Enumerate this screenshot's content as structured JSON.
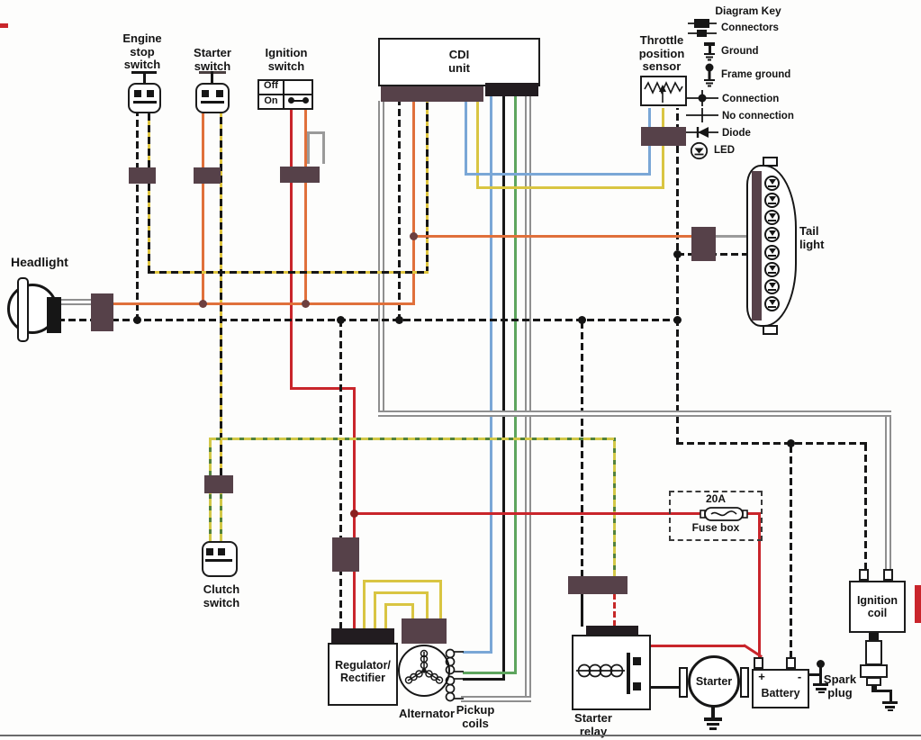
{
  "components": {
    "headlight": {
      "label": "Headlight"
    },
    "engine_stop_switch": {
      "label": "Engine\nstop\nswitch"
    },
    "starter_switch": {
      "label": "Starter\nswitch"
    },
    "ignition_switch": {
      "label": "Ignition\nswitch",
      "rows": [
        "Off",
        "On"
      ]
    },
    "cdi_unit": {
      "label": "CDI\nunit"
    },
    "throttle_position_sensor": {
      "label": "Throttle\nposition\nsensor"
    },
    "tail_light": {
      "label": "Tail\nlight"
    },
    "clutch_switch": {
      "label": "Clutch\nswitch"
    },
    "fuse_box": {
      "rating": "20A",
      "label": "Fuse box"
    },
    "regulator_rectifier": {
      "label": "Regulator/\nRectifier"
    },
    "alternator": {
      "label": "Alternator"
    },
    "pickup_coils": {
      "label": "Pickup\ncoils"
    },
    "starter_relay": {
      "label": "Starter\nrelay"
    },
    "starter": {
      "label": "Starter"
    },
    "battery": {
      "label": "Battery",
      "positive": "+",
      "negative": "-"
    },
    "ignition_coil": {
      "label": "Ignition\ncoil"
    },
    "spark_plug": {
      "label": "Spark\nplug"
    }
  },
  "diagram_key": {
    "title": "Diagram Key",
    "items": [
      {
        "icon": "connectors-icon",
        "label": "Connectors"
      },
      {
        "icon": "ground-icon",
        "label": "Ground"
      },
      {
        "icon": "frame-ground-icon",
        "label": "Frame ground"
      },
      {
        "icon": "connection-icon",
        "label": "Connection"
      },
      {
        "icon": "no-connection-icon",
        "label": "No connection"
      },
      {
        "icon": "diode-icon",
        "label": "Diode"
      },
      {
        "icon": "led-icon",
        "label": "LED"
      }
    ]
  },
  "colors": {
    "wire_black": "#161616",
    "wire_orange": "#e0703b",
    "wire_red": "#c9252b",
    "wire_blue": "#7aa7d6",
    "wire_yellow": "#d9c542",
    "wire_green": "#5ea55e",
    "wire_gray": "#9b9b9b",
    "wire_black_yellow": "#dfc53e",
    "wire_yellow_green": "#52823c",
    "connector_brown": "#564149",
    "connector_black": "#221c20"
  }
}
